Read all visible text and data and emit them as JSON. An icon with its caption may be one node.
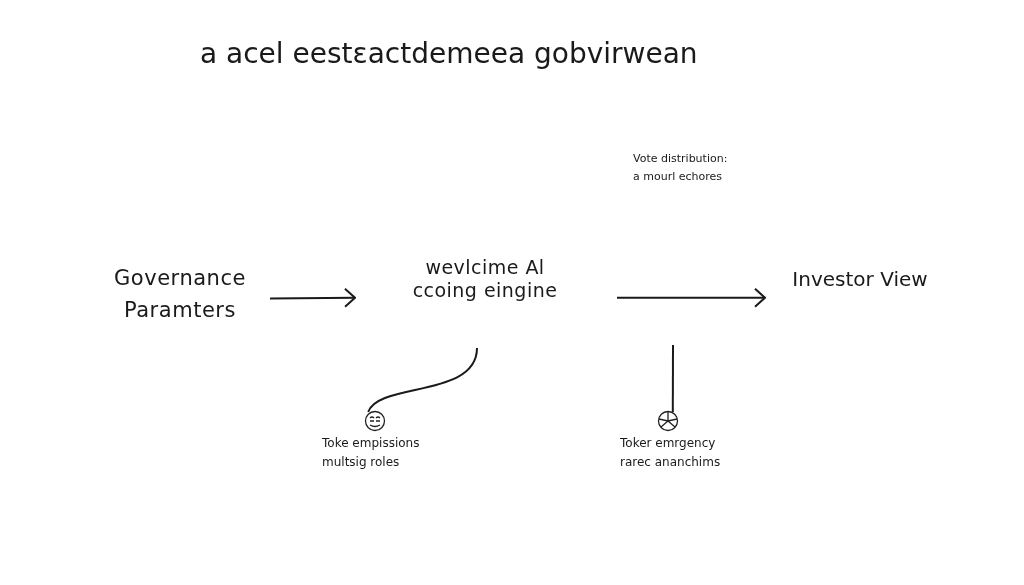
{
  "diagram": {
    "title": "a acel eestεactdemeea gobvirwean",
    "nodes": [
      {
        "text": [
          "Governance Paramters"
        ]
      },
      {
        "text": [
          "wevlcime Al ccoing eingine"
        ]
      },
      {
        "text": [
          "Investor View"
        ]
      },
      {
        "text": [
          "Toke empissions",
          "multsig roles"
        ]
      },
      {
        "text": [
          "Toker emrgency",
          "rarec ananchims"
        ]
      }
    ],
    "edges": [
      {
        "from": 0,
        "to": 1,
        "arrow": "to"
      },
      {
        "from": 1,
        "to": 2,
        "arrow": "to"
      },
      {
        "from": 1,
        "to": 3,
        "arrow": "none"
      },
      {
        "from": null,
        "to": 4,
        "arrow": "none"
      }
    ],
    "labels": [
      "Vote distribution:",
      "a mourl echores"
    ]
  }
}
